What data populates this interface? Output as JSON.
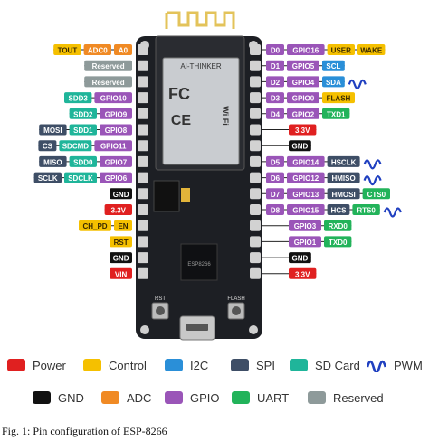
{
  "colors": {
    "power": "#e02020",
    "control": "#f5c000",
    "i2c": "#2a8fd8",
    "spi": "#3e4e66",
    "sdcard": "#1fb59a",
    "gnd": "#111111",
    "adc": "#f08a24",
    "gpio": "#9a55b8",
    "uart": "#22b35a",
    "reserved": "#8e9a9a",
    "pwm": "#2040c0",
    "board": "#1d1f24",
    "pin": "#d2d2d2"
  },
  "left_rows": [
    [
      {
        "t": "TOUT",
        "c": "control"
      },
      {
        "t": "ADC0",
        "c": "adc"
      },
      {
        "t": "A0",
        "c": "adc"
      }
    ],
    [
      {
        "t": "Reserved",
        "c": "reserved"
      }
    ],
    [
      {
        "t": "Reserved",
        "c": "reserved"
      }
    ],
    [
      {
        "t": "SDD3",
        "c": "sdcard"
      },
      {
        "t": "GPIO10",
        "c": "gpio"
      }
    ],
    [
      {
        "t": "SDD2",
        "c": "sdcard"
      },
      {
        "t": "GPIO9",
        "c": "gpio"
      }
    ],
    [
      {
        "t": "MOSI",
        "c": "spi"
      },
      {
        "t": "SDD1",
        "c": "sdcard"
      },
      {
        "t": "GPIO8",
        "c": "gpio"
      }
    ],
    [
      {
        "t": "CS",
        "c": "spi"
      },
      {
        "t": "SDCMD",
        "c": "sdcard"
      },
      {
        "t": "GPIO11",
        "c": "gpio"
      }
    ],
    [
      {
        "t": "MISO",
        "c": "spi"
      },
      {
        "t": "SDD0",
        "c": "sdcard"
      },
      {
        "t": "GPIO7",
        "c": "gpio"
      }
    ],
    [
      {
        "t": "SCLK",
        "c": "spi"
      },
      {
        "t": "SDCLK",
        "c": "sdcard"
      },
      {
        "t": "GPIO6",
        "c": "gpio"
      }
    ],
    [
      {
        "t": "GND",
        "c": "gnd"
      }
    ],
    [
      {
        "t": "3.3V",
        "c": "power"
      }
    ],
    [
      {
        "t": "CH_PD",
        "c": "control"
      },
      {
        "t": "EN",
        "c": "control"
      }
    ],
    [
      {
        "t": "RST",
        "c": "control"
      }
    ],
    [
      {
        "t": "GND",
        "c": "gnd"
      }
    ],
    [
      {
        "t": "VIN",
        "c": "power"
      }
    ]
  ],
  "right_rows": [
    [
      {
        "t": "D0",
        "c": "gpio"
      },
      {
        "t": "GPIO16",
        "c": "gpio"
      },
      {
        "t": "USER",
        "c": "control"
      },
      {
        "t": "WAKE",
        "c": "control"
      }
    ],
    [
      {
        "t": "D1",
        "c": "gpio"
      },
      {
        "t": "GPIO5",
        "c": "gpio"
      },
      {
        "t": "SCL",
        "c": "i2c"
      }
    ],
    [
      {
        "t": "D2",
        "c": "gpio"
      },
      {
        "t": "GPIO4",
        "c": "gpio"
      },
      {
        "t": "SDA",
        "c": "i2c"
      },
      {
        "pwm": true
      }
    ],
    [
      {
        "t": "D3",
        "c": "gpio"
      },
      {
        "t": "GPIO0",
        "c": "gpio"
      },
      {
        "t": "FLASH",
        "c": "control"
      }
    ],
    [
      {
        "t": "D4",
        "c": "gpio"
      },
      {
        "t": "GPIO2",
        "c": "gpio"
      },
      {
        "t": "TXD1",
        "c": "uart"
      }
    ],
    [
      {
        "t": "3.3V",
        "c": "power"
      }
    ],
    [
      {
        "t": "GND",
        "c": "gnd"
      }
    ],
    [
      {
        "t": "D5",
        "c": "gpio"
      },
      {
        "t": "GPIO14",
        "c": "gpio"
      },
      {
        "t": "HSCLK",
        "c": "spi"
      },
      {
        "pwm": true
      }
    ],
    [
      {
        "t": "D6",
        "c": "gpio"
      },
      {
        "t": "GPIO12",
        "c": "gpio"
      },
      {
        "t": "HMISO",
        "c": "spi"
      },
      {
        "pwm": true
      }
    ],
    [
      {
        "t": "D7",
        "c": "gpio"
      },
      {
        "t": "GPIO13",
        "c": "gpio"
      },
      {
        "t": "HMOSI",
        "c": "spi"
      },
      {
        "t": "CTS0",
        "c": "uart"
      }
    ],
    [
      {
        "t": "D8",
        "c": "gpio"
      },
      {
        "t": "GPIO15",
        "c": "gpio"
      },
      {
        "t": "HCS",
        "c": "spi"
      },
      {
        "t": "RTS0",
        "c": "uart"
      },
      {
        "pwm": true
      }
    ],
    [
      {
        "t": "GPIO3",
        "c": "gpio"
      },
      {
        "t": "RXD0",
        "c": "uart"
      }
    ],
    [
      {
        "t": "GPIO1",
        "c": "gpio"
      },
      {
        "t": "TXD0",
        "c": "uart"
      }
    ],
    [
      {
        "t": "GND",
        "c": "gnd"
      }
    ],
    [
      {
        "t": "3.3V",
        "c": "power"
      }
    ]
  ],
  "legend": [
    {
      "label": "Power",
      "c": "power"
    },
    {
      "label": "Control",
      "c": "control"
    },
    {
      "label": "I2C",
      "c": "i2c"
    },
    {
      "label": "SPI",
      "c": "spi"
    },
    {
      "label": "SD Card",
      "c": "sdcard"
    },
    {
      "label": "PWM",
      "c": "pwm",
      "wave": true
    },
    {
      "label": "GND",
      "c": "gnd"
    },
    {
      "label": "ADC",
      "c": "adc"
    },
    {
      "label": "GPIO",
      "c": "gpio"
    },
    {
      "label": "UART",
      "c": "uart"
    },
    {
      "label": "Reserved",
      "c": "reserved"
    }
  ],
  "module_text": {
    "vendor": "AI-THINKER",
    "fc": "FC",
    "ce": "CE",
    "wifi": "Wi Fi",
    "chip": "ESP8266",
    "rst": "RST",
    "flash": "FLASH"
  },
  "caption": "Fig. 1: Pin configuration of ESP-8266"
}
